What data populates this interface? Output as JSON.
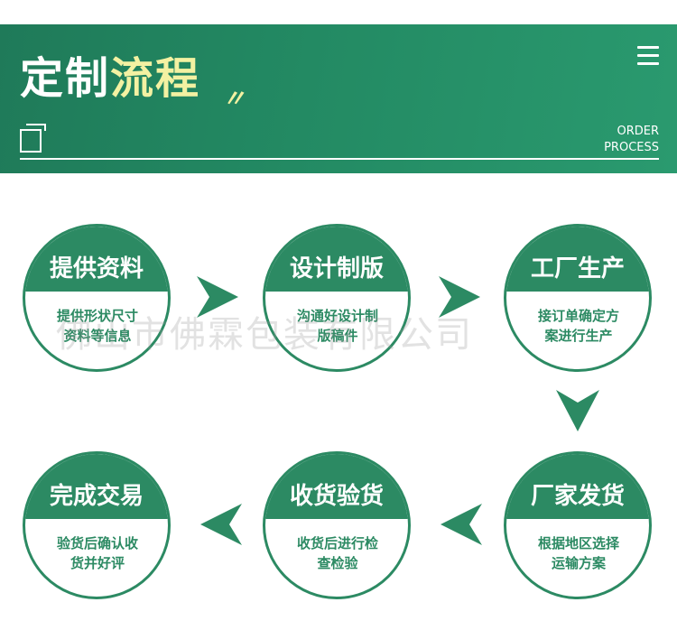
{
  "header": {
    "title_part1": "定制",
    "title_part2": "流程",
    "quote_mark": "〃",
    "order_line1": "ORDER",
    "order_line2": "PROCESS"
  },
  "steps": [
    {
      "title": "提供资料",
      "line1": "提供形状尺寸",
      "line2": "资料等信息"
    },
    {
      "title": "设计制版",
      "line1": "沟通好设计制",
      "line2": "版稿件"
    },
    {
      "title": "工厂生产",
      "line1": "接订单确定方",
      "line2": "案进行生产"
    },
    {
      "title": "厂家发货",
      "line1": "根据地区选择",
      "line2": "运输方案"
    },
    {
      "title": "收货验货",
      "line1": "收货后进行检",
      "line2": "查检验"
    },
    {
      "title": "完成交易",
      "line1": "验货后确认收",
      "line2": "货并好评"
    }
  ],
  "watermark": "佛山市佛霖包装有限公司",
  "colors": {
    "primary": "#2c8a63",
    "accent": "#f3f1a2",
    "banner": "#238a63"
  },
  "icons": [
    "menu-icon",
    "window-icon",
    "arrow-right-icon",
    "arrow-down-icon",
    "arrow-left-icon"
  ]
}
